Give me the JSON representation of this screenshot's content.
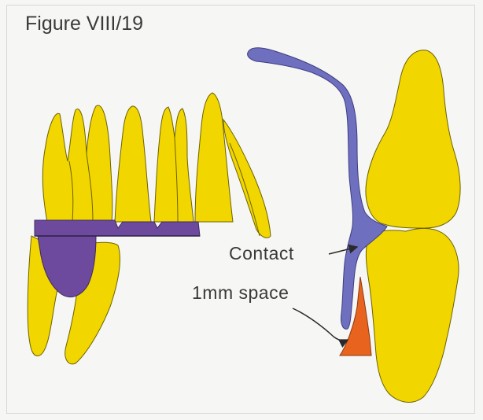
{
  "figure": {
    "title": "Figure VIII/19",
    "labels": {
      "contact": "Contact",
      "space": "1mm space"
    },
    "colors": {
      "background": "#f6f6f4",
      "tooth": "#f2d600",
      "tooth_outline": "#6b6200",
      "splint": "#6f6fbf",
      "splint_outline": "#3d3d80",
      "crown": "#6e4a9e",
      "space_wedge": "#e8641e",
      "text": "#3a3a3a"
    },
    "icons": {
      "contact_pointer": "arrow-icon",
      "space_pointer": "arrow-icon"
    }
  }
}
